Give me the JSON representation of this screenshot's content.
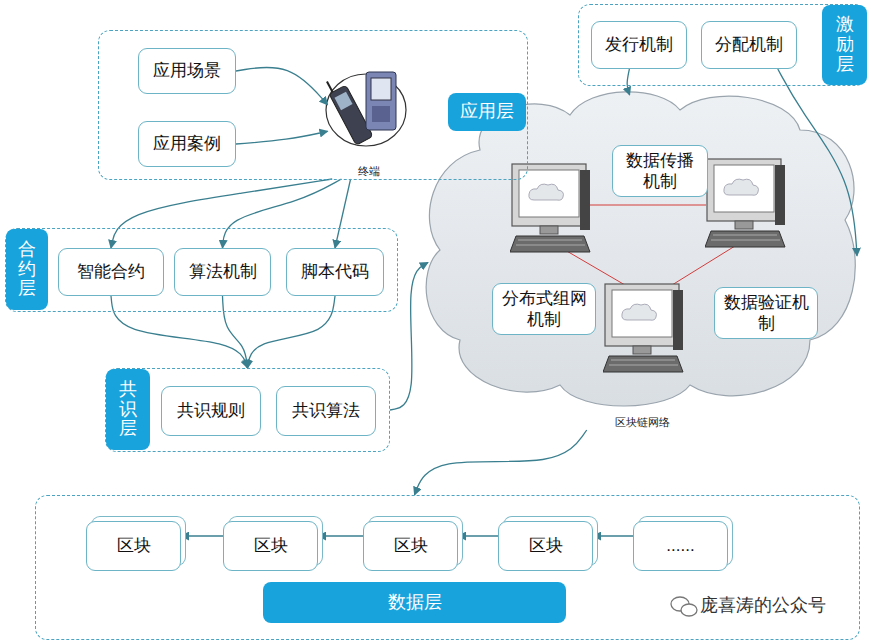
{
  "diagram": {
    "nodes": [
      {
        "text": [
          "应用层"
        ]
      },
      {
        "text": [
          "应用场景"
        ],
        "in": 0
      },
      {
        "text": [
          "应用案例"
        ],
        "in": 0
      },
      {
        "text": [
          "终端"
        ],
        "in": 0
      },
      {
        "text": [
          "激励层"
        ]
      },
      {
        "text": [
          "发行机制"
        ],
        "in": 4
      },
      {
        "text": [
          "分配机制"
        ],
        "in": 4
      },
      {
        "text": [
          "合约层"
        ]
      },
      {
        "text": [
          "智能合约"
        ],
        "in": 7
      },
      {
        "text": [
          "算法机制"
        ],
        "in": 7
      },
      {
        "text": [
          "脚本代码"
        ],
        "in": 7
      },
      {
        "text": [
          "区块链网络"
        ]
      },
      {
        "text": [
          "数据传播机制"
        ],
        "in": 11
      },
      {
        "text": [
          "分布式组网机制"
        ],
        "in": 11
      },
      {
        "text": [
          "数据验证机制"
        ],
        "in": 11
      },
      {
        "text": [
          "共识层"
        ]
      },
      {
        "text": [
          "共识规则"
        ],
        "in": 15
      },
      {
        "text": [
          "共识算法"
        ],
        "in": 15
      },
      {
        "text": [
          "数据层"
        ]
      },
      {
        "text": [
          "区块"
        ],
        "in": 18
      },
      {
        "text": [
          "区块"
        ],
        "in": 18
      },
      {
        "text": [
          "区块"
        ],
        "in": 18
      },
      {
        "text": [
          "区块"
        ],
        "in": 18
      },
      {
        "text": [
          "......"
        ],
        "in": 18
      }
    ],
    "edges": [
      {
        "from": 1,
        "to": 3,
        "arrow": "to"
      },
      {
        "from": 2,
        "to": 3,
        "arrow": "to"
      },
      {
        "from": 3,
        "to": 8,
        "arrow": "to"
      },
      {
        "from": 3,
        "to": 9,
        "arrow": "to"
      },
      {
        "from": 3,
        "to": 10,
        "arrow": "to"
      },
      {
        "from": 8,
        "to": 15,
        "arrow": "to"
      },
      {
        "from": 9,
        "to": 15,
        "arrow": "to"
      },
      {
        "from": 10,
        "to": 15,
        "arrow": "to"
      },
      {
        "from": 15,
        "to": 11,
        "arrow": "to"
      },
      {
        "from": 5,
        "to": 11,
        "arrow": "to"
      },
      {
        "from": 6,
        "to": 11,
        "arrow": "to"
      },
      {
        "from": 11,
        "to": 18,
        "arrow": "to"
      },
      {
        "from": 20,
        "to": 19,
        "arrow": "to"
      },
      {
        "from": 21,
        "to": 20,
        "arrow": "to"
      },
      {
        "from": 22,
        "to": 21,
        "arrow": "to"
      },
      {
        "from": 23,
        "to": 22,
        "arrow": "to"
      }
    ],
    "labels": [
      "庞喜涛的公众号"
    ]
  }
}
